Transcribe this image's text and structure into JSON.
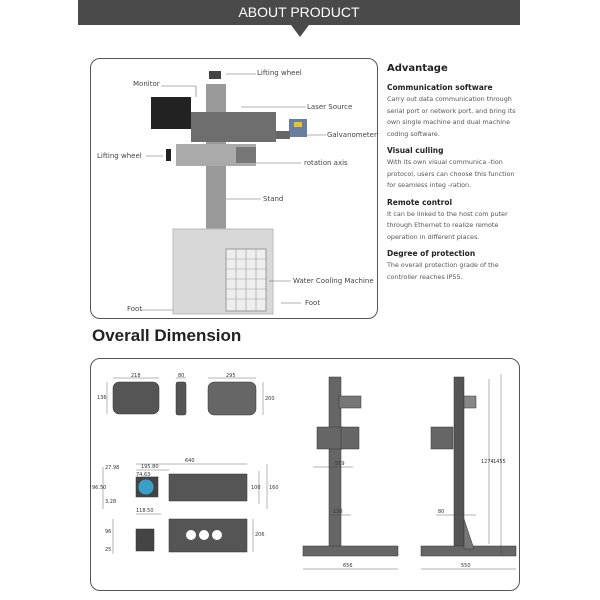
{
  "banner": {
    "title": "ABOUT PRODUCT"
  },
  "product_labels": {
    "lifting_wheel_top": "Lifting wheel",
    "monitor": "Monitor",
    "laser_source": "Laser  Source",
    "galvanometer": "Galvanometer",
    "lifting_wheel_left": "Lifting wheel",
    "rotation_axis": "rotation axis",
    "stand": "Stand",
    "water_cooling": "Water Cooling Machine",
    "foot_left": "Foot",
    "foot_right": "Foot"
  },
  "advantage": {
    "title": "Advantage",
    "items": [
      {
        "heading": "Communication software",
        "text": "Carry out data communication through serial port or network port, and bring its own single machine and dual machine coding software."
      },
      {
        "heading": "Visual culling",
        "text": "With its own visual communica -tion protocol, users can choose this function for seamless integ -ration."
      },
      {
        "heading": "Remote control",
        "text": "It can be linked to the host com puter through Ethernet to realize remote operation in different places."
      },
      {
        "heading": "Degree of protection",
        "text": "The overall protection grade of the controller reaches IP55."
      }
    ]
  },
  "dimension": {
    "title": "Overall Dimension",
    "values": {
      "monitor_w": "218",
      "monitor_h": "136",
      "monitor_d": "80",
      "back_w": "295",
      "back_h": "200",
      "len": "640",
      "len2": "195.80",
      "head": "74.63",
      "h1": "27.98",
      "h2": "96.50",
      "h3": "3.28",
      "w100": "100",
      "w160": "160",
      "w118": "118.50",
      "h96": "96",
      "h25": "25",
      "h206": "206",
      "w519": "519",
      "w130": "130",
      "w656": "656",
      "w80": "80",
      "w550": "550",
      "h1274": "1274",
      "h1455": "1455"
    }
  }
}
